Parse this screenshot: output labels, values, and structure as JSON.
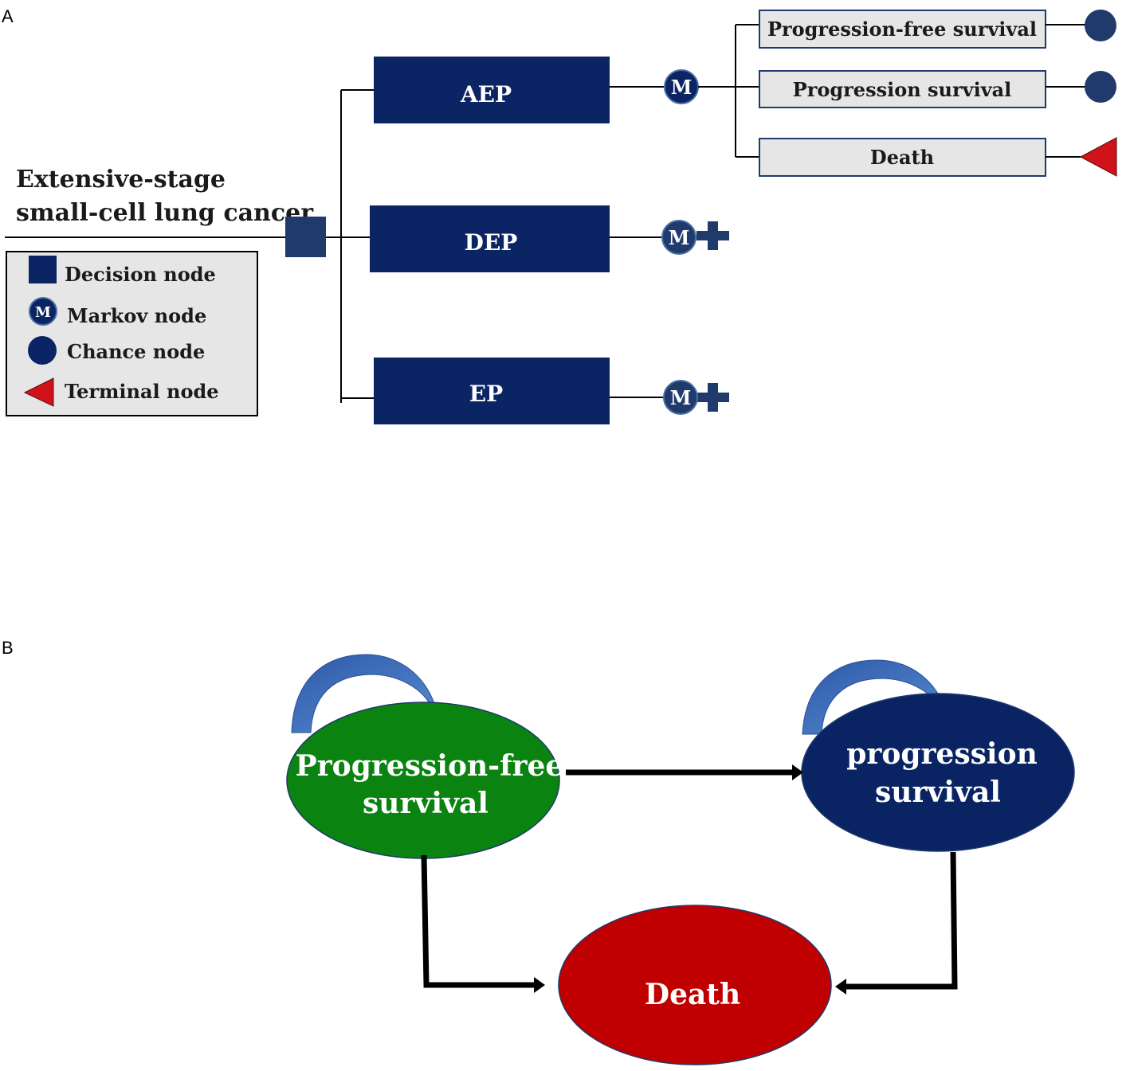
{
  "panel_a": {
    "label": "A",
    "root_label_line1": "Extensive-stage",
    "root_label_line2": "small-cell lung cancer",
    "strategies": [
      "AEP",
      "DEP",
      "EP"
    ],
    "markov_symbol": "M",
    "health_states": [
      "Progression-free survival",
      "Progression survival",
      "Death"
    ],
    "legend": {
      "decision": "Decision node",
      "markov": "Markov node",
      "chance": "Chance node",
      "terminal": "Terminal node"
    }
  },
  "panel_b": {
    "label": "B",
    "state_pfs_line1": "Progression-free",
    "state_pfs_line2": "survival",
    "state_ps_line1": "progression",
    "state_ps_line2": "survival",
    "state_death": "Death"
  },
  "colors": {
    "navy": "#0b2463",
    "node_blue": "#1f3a6b",
    "box_gray": "#e6e6e6",
    "terminal_red": "#d0121b",
    "pfs_green": "#0a8310",
    "ps_navy": "#0a2463",
    "death_red": "#c00000",
    "arrow_blue": "#4a78c2"
  }
}
